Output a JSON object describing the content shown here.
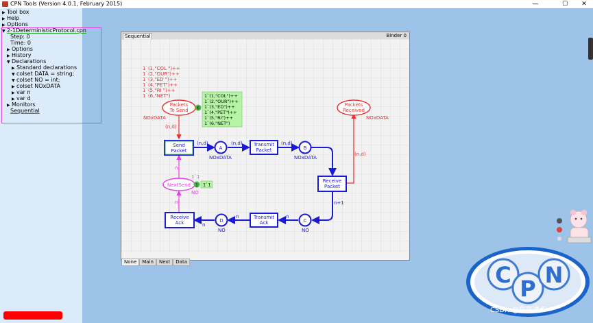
{
  "window": {
    "title": "CPN Tools (Version 4.0.1, February 2015)",
    "minimize": "—",
    "maximize": "☐",
    "close": "✕"
  },
  "tree": {
    "toolbox": "Tool box",
    "help": "Help",
    "options": "Options",
    "net": "2-1DeterministicProtocol.cpn",
    "step": "Step: 0",
    "time": "Time: 0",
    "net_options": "Options",
    "history": "History",
    "declarations": "Declarations",
    "standard_decl": "Standard declarations",
    "decl_data": "colset DATA = string;",
    "decl_no": "colset NO = int;",
    "decl_noxdata": "colset NOxDATA",
    "decl_var_n": "var n",
    "decl_var_d": "var d",
    "monitors": "Monitors",
    "sequential": "Sequential"
  },
  "workspace": {
    "tab": "Sequential",
    "binder": "Binder 0",
    "bottom_tabs": [
      "None",
      "Main",
      "Next",
      "Data"
    ]
  },
  "net": {
    "initial_marking_lines": [
      "1`(1,\"COL \")++",
      "1`(2,\"OUR\")++",
      "1`(3,\"ED \")++",
      "1`(4,\"PET\")++",
      "1`(5,\"RI \")++",
      "1`(6,\"NET\")"
    ],
    "current_marking_lines": [
      "1`(1,\"COL\")++",
      "1`(2,\"OUR\")++",
      "1`(3,\"ED\")++",
      "1`(4,\"PET\")++",
      "1`(5,\"RI\")++",
      "1`(6,\"NET\")"
    ],
    "token_count_packets": "6",
    "places": {
      "packets_to_send_1": "Packets",
      "packets_to_send_2": "To Send",
      "packets_received_1": "Packets",
      "packets_received_2": "Received",
      "next_send": "NextSend",
      "a": "A",
      "b": "B",
      "c": "C",
      "d": "D"
    },
    "transitions": {
      "send_packet_1": "Send",
      "send_packet_2": "Packet",
      "transmit_packet_1": "Transmit",
      "transmit_packet_2": "Packet",
      "receive_packet_1": "Receive",
      "receive_packet_2": "Packet",
      "transmit_ack_1": "Transmit",
      "transmit_ack_2": "Ack",
      "receive_ack_1": "Receive",
      "receive_ack_2": "Ack"
    },
    "types": {
      "noxdata_left": "NOxDATA",
      "noxdata_received": "NOxDATA",
      "noxdata_a": "NOxDATA",
      "noxdata_b": "NOxDATA",
      "no_nextsend": "NO",
      "no_c": "NO",
      "no_d": "NO"
    },
    "arcs": {
      "nd_send_in": "(n,d)",
      "nd_send_a": "(n,d)",
      "nd_a_tp": "(n,d)",
      "nd_b": "(n,d)",
      "nd_received": "(n,d)",
      "n_plus_1": "n+1",
      "n_c_ta": "n",
      "n_ta_d": "n",
      "n_d_ra": "n",
      "n_ra_ns": "n",
      "n_ns_sp": "n"
    },
    "nextsend_initial": "1`1",
    "nextsend_count": "1",
    "nextsend_marking": "1`1"
  },
  "logo": {
    "c": "C",
    "p": "P",
    "n": "N"
  },
  "watermark": "CSDN @在在进步"
}
